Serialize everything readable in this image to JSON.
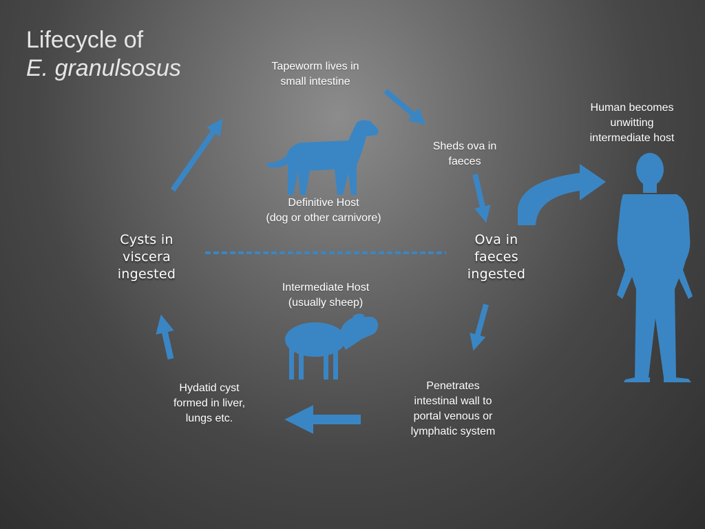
{
  "title": {
    "line1": "Lifecycle of",
    "line2": "E. granulsosus"
  },
  "labels": {
    "tapeworm": [
      "Tapeworm lives in",
      "small intestine"
    ],
    "sheds_ova": [
      "Sheds ova in",
      "faeces"
    ],
    "human_host": [
      "Human becomes",
      "unwitting",
      "intermediate host"
    ],
    "definitive_host": [
      "Definitive Host",
      "(dog or other carnivore)"
    ],
    "cysts_ingested": [
      "Cysts in",
      "viscera",
      "ingested"
    ],
    "ova_ingested": [
      "Ova in",
      "faeces",
      "ingested"
    ],
    "intermediate_host": [
      "Intermediate Host",
      "(usually sheep)"
    ],
    "hydatid_cyst": [
      "Hydatid cyst",
      "formed in liver,",
      "lungs etc."
    ],
    "penetrates": [
      "Penetrates",
      "intestinal wall to",
      "portal venous or",
      "lymphatic system"
    ]
  },
  "icons": {
    "dog": "dog-icon",
    "sheep": "sheep-icon",
    "human": "human-silhouette-icon"
  },
  "colors": {
    "accent": "#3a86c4",
    "text": "#ffffff",
    "title": "#e6e6e6"
  }
}
